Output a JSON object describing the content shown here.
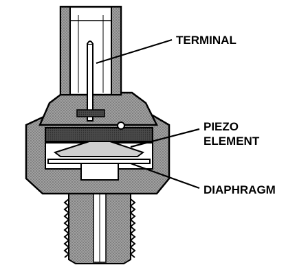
{
  "diagram": {
    "labels": {
      "terminal": "TERMINAL",
      "piezo_line1": "PIEZO",
      "piezo_line2": "ELEMENT",
      "diaphragm": "DIAPHRAGM"
    }
  },
  "colors": {
    "ink": "#000000",
    "housing_gray": "#8c8c8c",
    "dark_gray": "#5a5a5a",
    "light_gray": "#cfcfcf",
    "background": "#ffffff"
  }
}
